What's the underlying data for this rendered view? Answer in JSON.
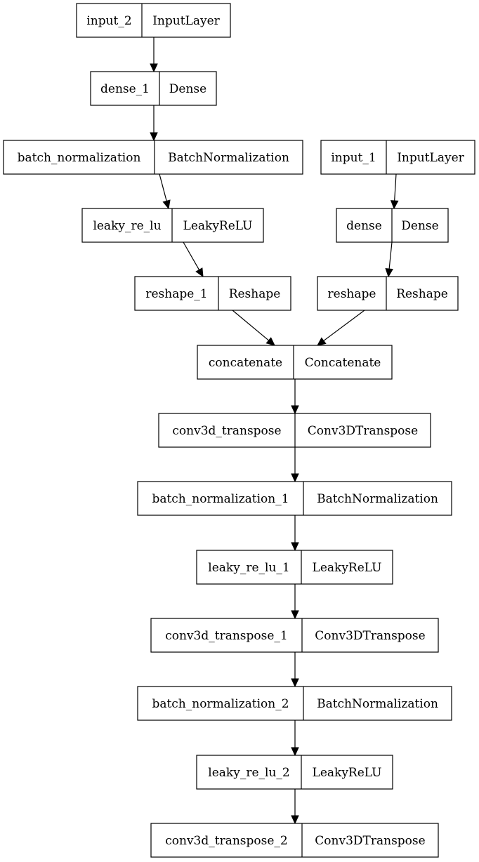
{
  "diagram": {
    "nodes": [
      {
        "id": "input_2",
        "name": "input_2",
        "type": "InputLayer"
      },
      {
        "id": "dense_1",
        "name": "dense_1",
        "type": "Dense"
      },
      {
        "id": "batch_normalization",
        "name": "batch_normalization",
        "type": "BatchNormalization"
      },
      {
        "id": "input_1",
        "name": "input_1",
        "type": "InputLayer"
      },
      {
        "id": "leaky_re_lu",
        "name": "leaky_re_lu",
        "type": "LeakyReLU"
      },
      {
        "id": "dense",
        "name": "dense",
        "type": "Dense"
      },
      {
        "id": "reshape_1",
        "name": "reshape_1",
        "type": "Reshape"
      },
      {
        "id": "reshape",
        "name": "reshape",
        "type": "Reshape"
      },
      {
        "id": "concatenate",
        "name": "concatenate",
        "type": "Concatenate"
      },
      {
        "id": "conv3d_transpose",
        "name": "conv3d_transpose",
        "type": "Conv3DTranspose"
      },
      {
        "id": "batch_normalization_1",
        "name": "batch_normalization_1",
        "type": "BatchNormalization"
      },
      {
        "id": "leaky_re_lu_1",
        "name": "leaky_re_lu_1",
        "type": "LeakyReLU"
      },
      {
        "id": "conv3d_transpose_1",
        "name": "conv3d_transpose_1",
        "type": "Conv3DTranspose"
      },
      {
        "id": "batch_normalization_2",
        "name": "batch_normalization_2",
        "type": "BatchNormalization"
      },
      {
        "id": "leaky_re_lu_2",
        "name": "leaky_re_lu_2",
        "type": "LeakyReLU"
      },
      {
        "id": "conv3d_transpose_2",
        "name": "conv3d_transpose_2",
        "type": "Conv3DTranspose"
      }
    ],
    "edges": [
      {
        "from": "input_2",
        "to": "dense_1"
      },
      {
        "from": "dense_1",
        "to": "batch_normalization"
      },
      {
        "from": "batch_normalization",
        "to": "leaky_re_lu"
      },
      {
        "from": "leaky_re_lu",
        "to": "reshape_1"
      },
      {
        "from": "input_1",
        "to": "dense"
      },
      {
        "from": "dense",
        "to": "reshape"
      },
      {
        "from": "reshape_1",
        "to": "concatenate"
      },
      {
        "from": "reshape",
        "to": "concatenate"
      },
      {
        "from": "concatenate",
        "to": "conv3d_transpose"
      },
      {
        "from": "conv3d_transpose",
        "to": "batch_normalization_1"
      },
      {
        "from": "batch_normalization_1",
        "to": "leaky_re_lu_1"
      },
      {
        "from": "leaky_re_lu_1",
        "to": "conv3d_transpose_1"
      },
      {
        "from": "conv3d_transpose_1",
        "to": "batch_normalization_2"
      },
      {
        "from": "batch_normalization_2",
        "to": "leaky_re_lu_2"
      },
      {
        "from": "leaky_re_lu_2",
        "to": "conv3d_transpose_2"
      }
    ]
  }
}
